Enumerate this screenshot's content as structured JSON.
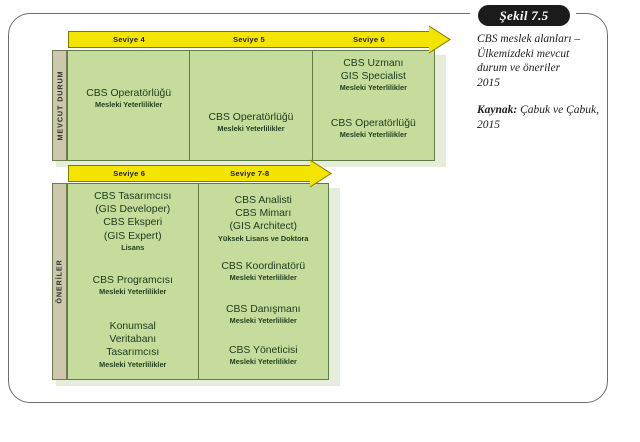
{
  "figure": {
    "badge_label": "Şekil 7.5",
    "caption_lines": [
      "CBS meslek alanları –",
      "Ülkemizdeki mevcut",
      "durum ve öneriler",
      "2015"
    ],
    "source_label": "Kaynak:",
    "source_text": " Çabuk ve Çabuk, 2015"
  },
  "colors": {
    "green_fill": "#c6dc9c",
    "green_border": "#5f7c43",
    "yellow_banner": "#f4e500",
    "side_label_fill": "#cdc8ab",
    "badge_fill": "#1b1b1b",
    "shadow": "#e6edda"
  },
  "sections": [
    {
      "row_label": "MEVCUT DURUM",
      "banner": {
        "segments": [
          "Seviye 4",
          "Seviye 5",
          "Seviye 6"
        ],
        "has_arrowhead": true
      },
      "columns": [
        {
          "level": "Seviye 4",
          "groups": [
            {
              "title": "CBS Operatörlüğü",
              "qualification": "Mesleki Yeterlilikler"
            }
          ]
        },
        {
          "level": "Seviye 5",
          "groups": [
            {
              "title": "CBS Operatörlüğü",
              "qualification": "Mesleki Yeterlilikler"
            }
          ]
        },
        {
          "level": "Seviye 6",
          "groups": [
            {
              "title": "CBS Uzmanı\nGIS Specialist",
              "qualification": "Mesleki Yeterlilikler"
            },
            {
              "title": "CBS Operatörlüğü",
              "qualification": "Mesleki Yeterlilikler"
            }
          ]
        }
      ]
    },
    {
      "row_label": "ÖNERİLER",
      "banner": {
        "segments": [
          "Seviye 6",
          "Seviye 7-8"
        ],
        "has_arrowhead": true
      },
      "columns": [
        {
          "level": "Seviye 6",
          "groups": [
            {
              "title": "CBS Tasarımcısı\n(GIS Developer)\nCBS Eksperi\n(GIS Expert)",
              "qualification": "Lisans"
            },
            {
              "title": "CBS Programcısı",
              "qualification": "Mesleki Yeterlilikler"
            },
            {
              "title": "Konumsal\nVeritabanı\nTasarımcısı",
              "qualification": "Mesleki Yeterlilikler"
            }
          ]
        },
        {
          "level": "Seviye 7-8",
          "groups": [
            {
              "title": "CBS Analisti\nCBS Mimarı\n(GIS Architect)",
              "qualification": "Yüksek Lisans ve Doktora"
            },
            {
              "title": "CBS Koordinatörü",
              "qualification": "Mesleki Yeterlilikler"
            },
            {
              "title": "CBS Danışmanı",
              "qualification": "Mesleki Yeterlilikler"
            },
            {
              "title": "CBS Yöneticisi",
              "qualification": "Mesleki Yeterlilikler"
            }
          ]
        }
      ]
    }
  ]
}
